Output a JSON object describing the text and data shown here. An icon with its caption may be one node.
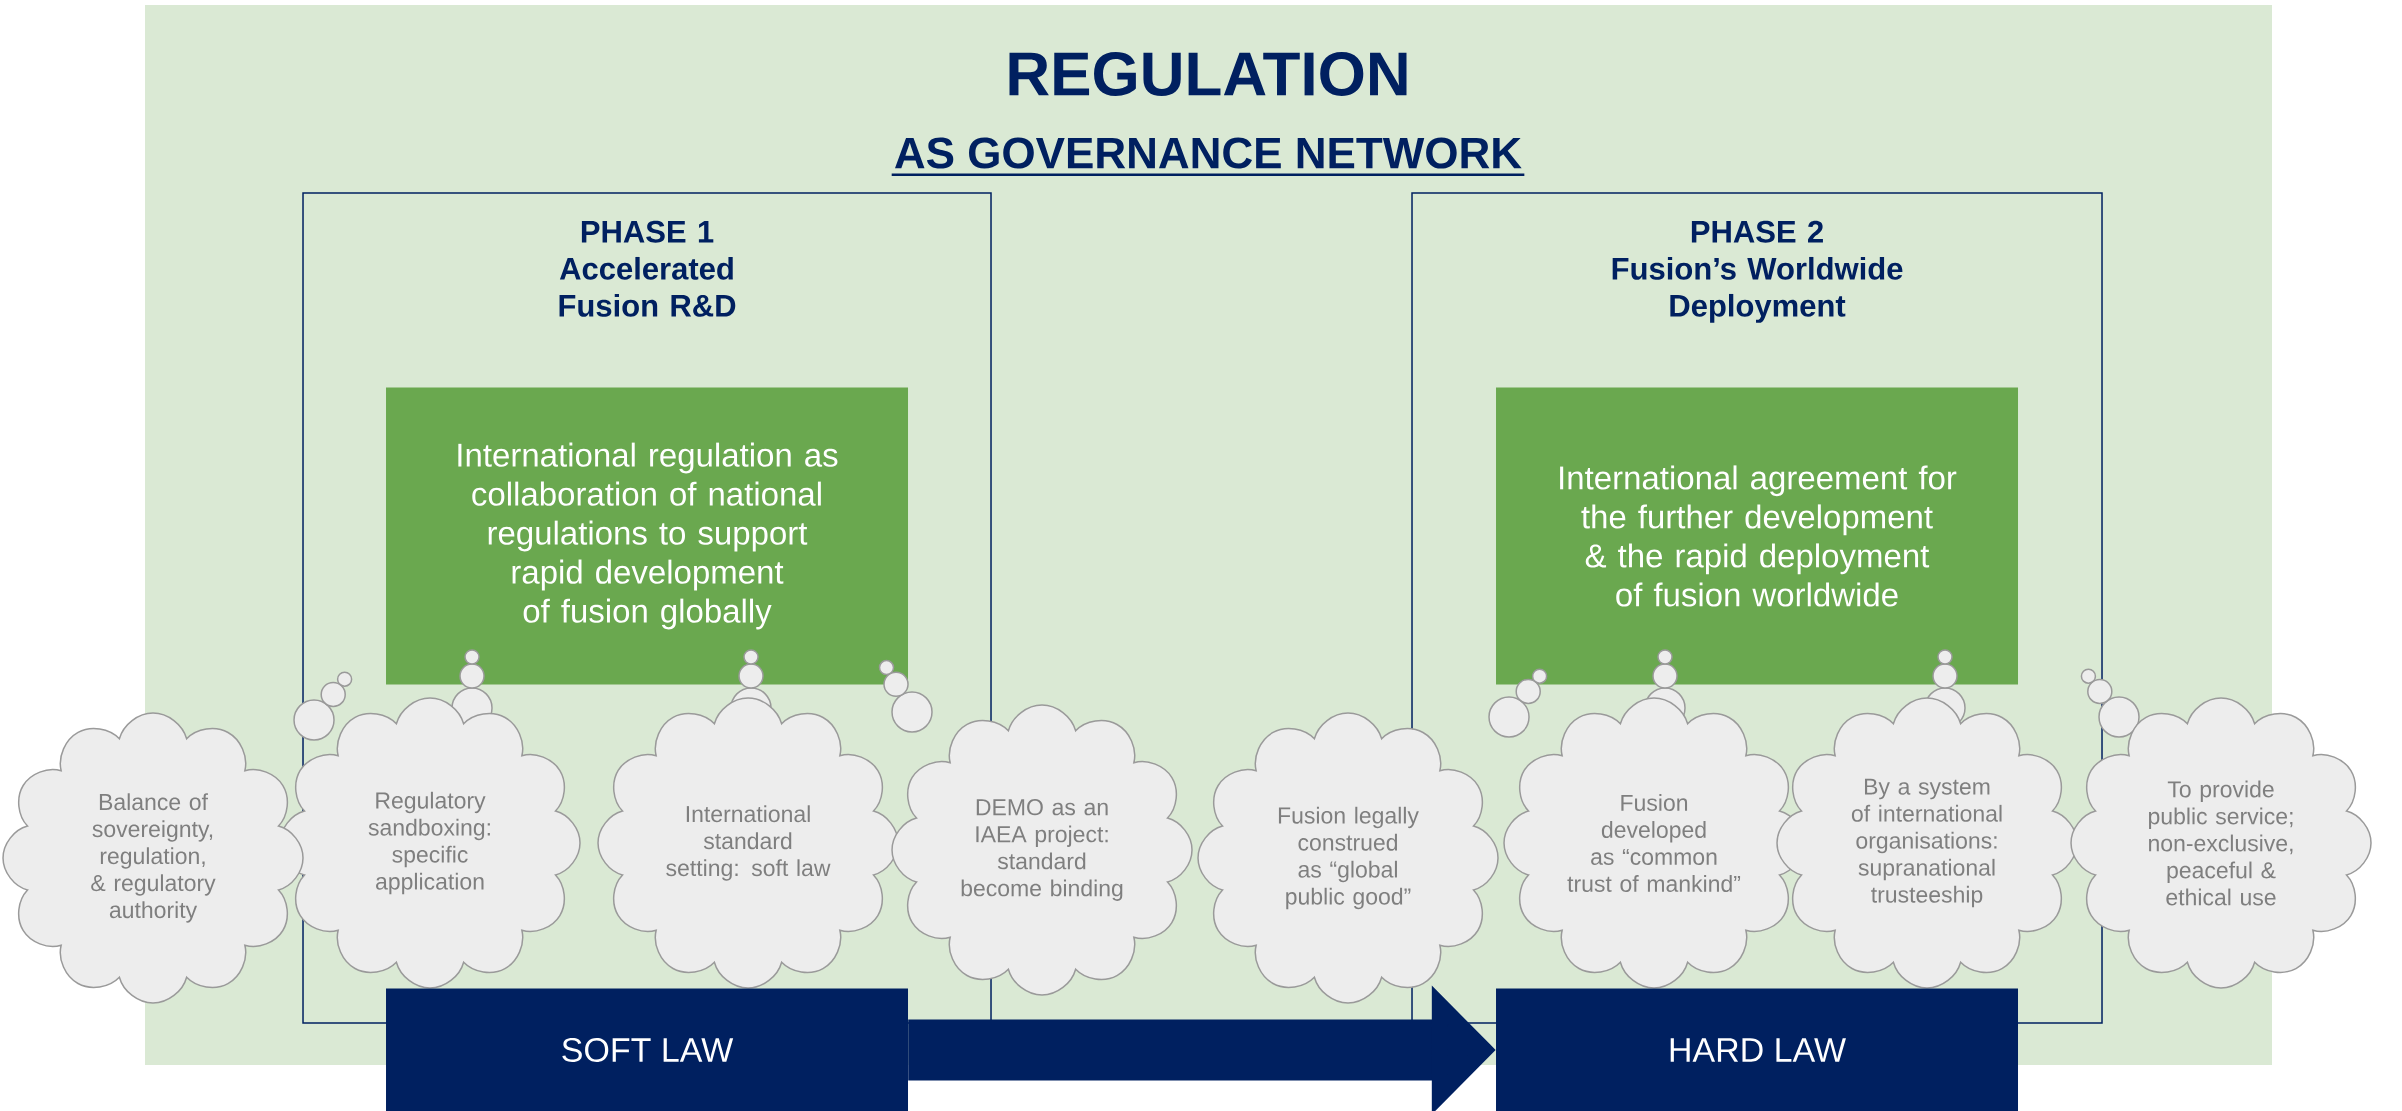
{
  "diagram": {
    "nodes": [
      {
        "text": [
          "REGULATION",
          "AS GOVERNANCE NETWORK"
        ]
      },
      {
        "text": [
          "PHASE 1",
          "Accelerated Fusion R&D"
        ],
        "in": 0
      },
      {
        "text": [
          "International regulation as collaboration of national regulations to support rapid development of fusion globally"
        ],
        "in": 1
      },
      {
        "text": [
          "PHASE 2",
          "Fusion’s Worldwide Deployment"
        ],
        "in": 0
      },
      {
        "text": [
          "International agreement for the further development & the rapid deployment of fusion worldwide"
        ],
        "in": 3
      },
      {
        "text": [
          "Balance of sovereignty, regulation, & regulatory authority"
        ]
      },
      {
        "text": [
          "Regulatory sandboxing: specific application"
        ],
        "in": 0
      },
      {
        "text": [
          "International standard setting: soft law"
        ],
        "in": 1
      },
      {
        "text": [
          "DEMO as an IAEA project: standard become binding"
        ],
        "in": 0
      },
      {
        "text": [
          "Fusion legally construed as “global public good”"
        ],
        "in": 0
      },
      {
        "text": [
          "Fusion developed as “common trust of mankind”"
        ],
        "in": 3
      },
      {
        "text": [
          "By a system of international organisations: supranational trusteeship"
        ],
        "in": 3
      },
      {
        "text": [
          "To provide public service; non-exclusive, peaceful & ethical use"
        ]
      },
      {
        "text": [
          "SOFT LAW"
        ]
      },
      {
        "text": [
          "HARD LAW"
        ]
      }
    ],
    "edges": [
      {
        "from": 13,
        "to": 14,
        "arrow": "to"
      }
    ]
  }
}
